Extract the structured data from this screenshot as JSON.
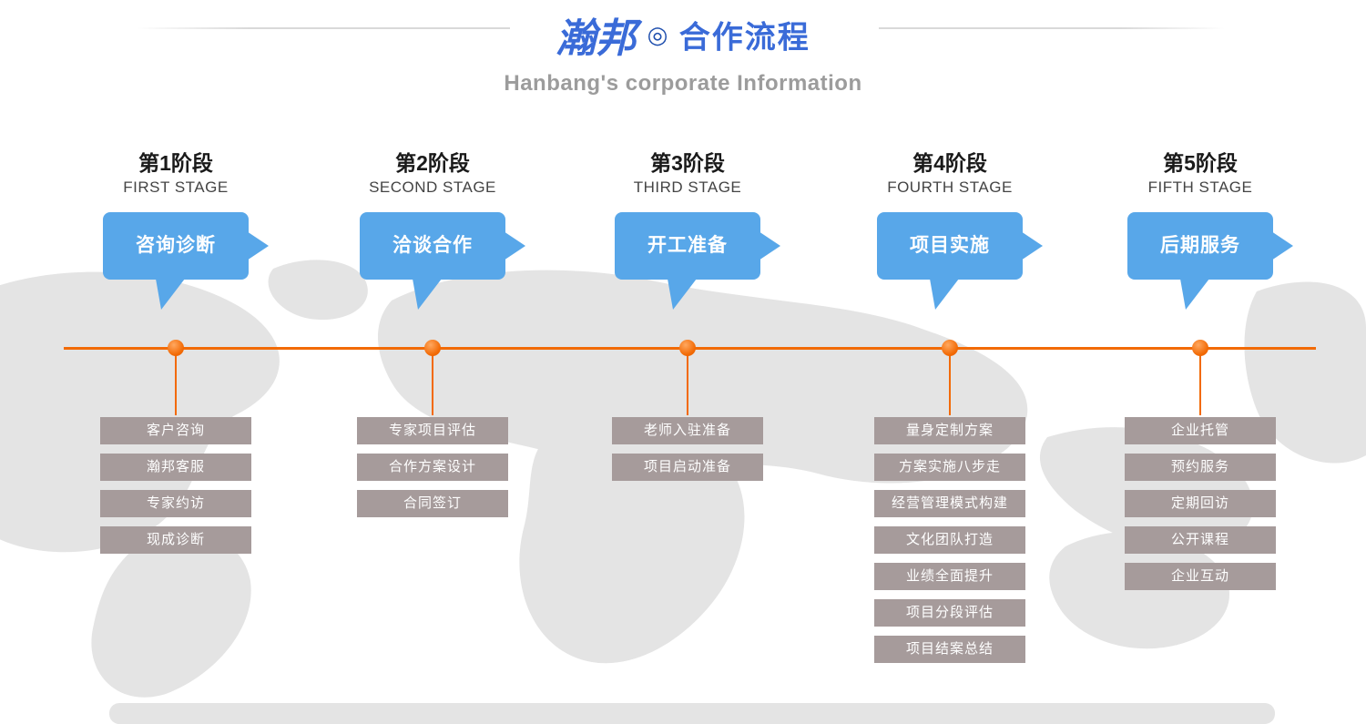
{
  "header": {
    "brand": "瀚邦",
    "brand_separator": "◎",
    "title": "合作流程",
    "subtitle": "Hanbang's corporate Information"
  },
  "colors": {
    "title_blue": "#3a6bd8",
    "accent_blue": "#58a7e9",
    "orange": "#f26a05",
    "item_gray": "#a69b9b",
    "subtitle_gray": "#9c9c9c"
  },
  "stages": [
    {
      "stage_label": "第1阶段",
      "stage_label_en": "FIRST STAGE",
      "bubble": "咨询诊断",
      "items": [
        "客户咨询",
        "瀚邦客服",
        "专家约访",
        "现成诊断"
      ]
    },
    {
      "stage_label": "第2阶段",
      "stage_label_en": "SECOND STAGE",
      "bubble": "洽谈合作",
      "items": [
        "专家项目评估",
        "合作方案设计",
        "合同签订"
      ]
    },
    {
      "stage_label": "第3阶段",
      "stage_label_en": "THIRD STAGE",
      "bubble": "开工准备",
      "items": [
        "老师入驻准备",
        "项目启动准备"
      ]
    },
    {
      "stage_label": "第4阶段",
      "stage_label_en": "FOURTH STAGE",
      "bubble": "项目实施",
      "items": [
        "量身定制方案",
        "方案实施八步走",
        "经营管理模式构建",
        "文化团队打造",
        "业绩全面提升",
        "项目分段评估",
        "项目结案总结"
      ]
    },
    {
      "stage_label": "第5阶段",
      "stage_label_en": "FIFTH STAGE",
      "bubble": "后期服务",
      "items": [
        "企业托管",
        "预约服务",
        "定期回访",
        "公开课程",
        "企业互动"
      ]
    }
  ]
}
